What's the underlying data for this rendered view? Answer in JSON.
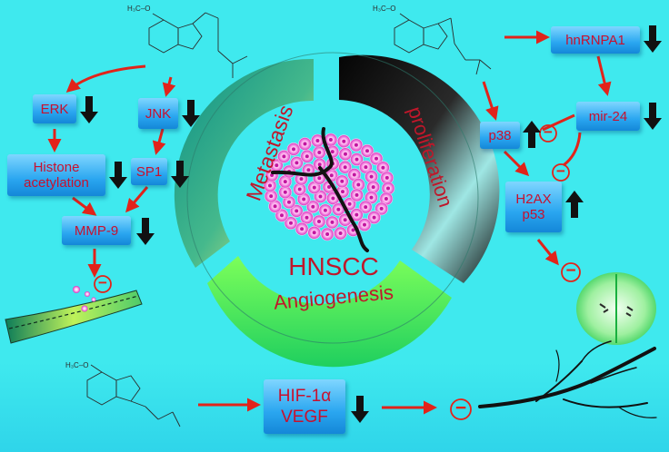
{
  "center": {
    "label": "HNSCC",
    "ring": [
      "Metastasis",
      "proliferation",
      "Angiogenesis"
    ]
  },
  "molecule_label": "H₃C–O",
  "nodes": {
    "erk": "ERK",
    "jnk": "JNK",
    "histone": [
      "Histone",
      "acetylation"
    ],
    "sp1": "SP1",
    "mmp9": "MMP-9",
    "hnrnpa1": "hnRNPA1",
    "mir24": "mir-24",
    "p38": "p38",
    "h2ax_p53": [
      "H2AX",
      "p53"
    ],
    "hif_vegf": [
      "HIF-1α",
      "VEGF"
    ]
  },
  "inhibit_symbol": "−",
  "colors": {
    "background": "#3fe9ee",
    "arrow": "#e2231a",
    "label_text": "#c8102e",
    "node_fill": "#2aa6f0"
  }
}
